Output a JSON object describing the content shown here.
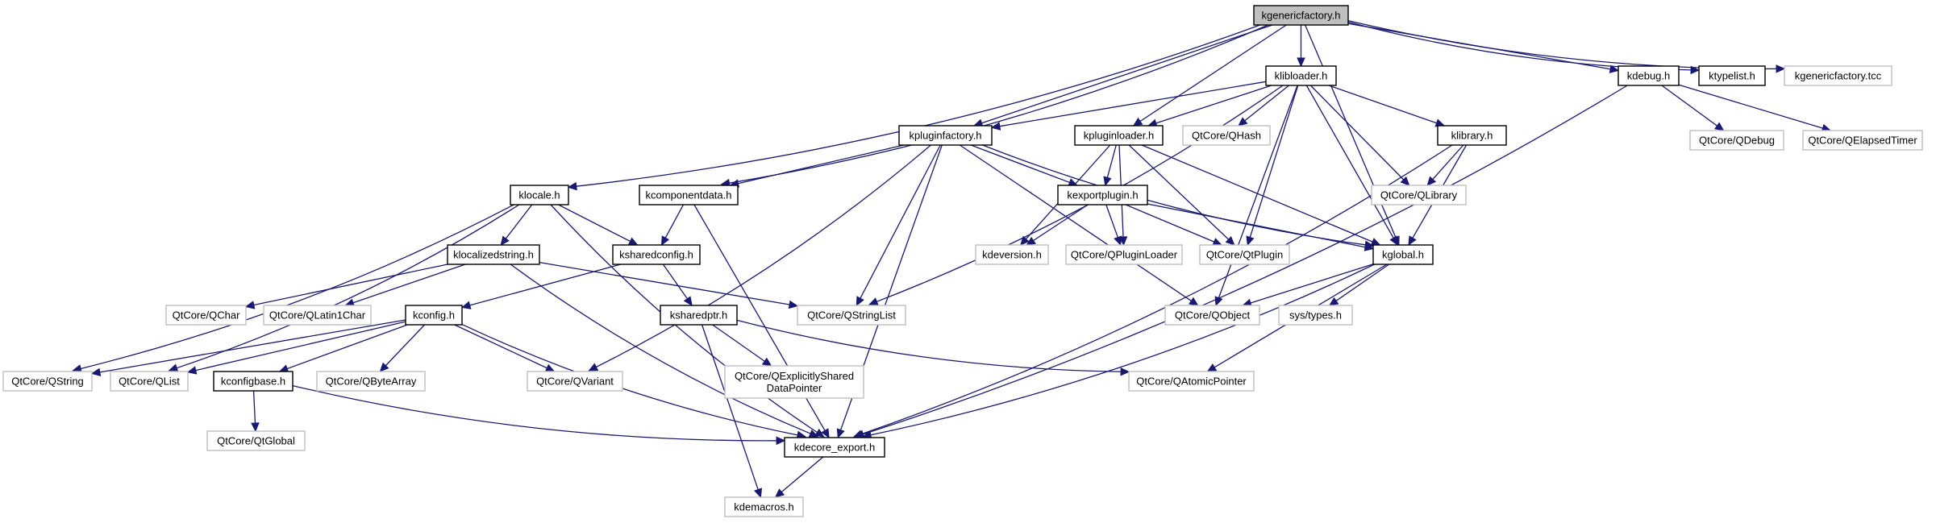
{
  "title": "kgenericfactory.h include dependency graph",
  "colors": {
    "edge": "#191970",
    "root_fill": "#bfbfbf",
    "doc_border": "#000000",
    "ext_border": "#bfbfbf"
  },
  "nodes": [
    {
      "id": "kgenericfactory_h",
      "label": "kgenericfactory.h",
      "kind": "root"
    },
    {
      "id": "klibloader_h",
      "label": "klibloader.h",
      "kind": "doc"
    },
    {
      "id": "kdebug_h",
      "label": "kdebug.h",
      "kind": "doc"
    },
    {
      "id": "ktypelist_h",
      "label": "ktypelist.h",
      "kind": "doc"
    },
    {
      "id": "kgenericfactory_tcc",
      "label": "kgenericfactory.tcc",
      "kind": "ext"
    },
    {
      "id": "kpluginfactory_h",
      "label": "kpluginfactory.h",
      "kind": "doc"
    },
    {
      "id": "kpluginloader_h",
      "label": "kpluginloader.h",
      "kind": "doc"
    },
    {
      "id": "QHash",
      "label": "QtCore/QHash",
      "kind": "ext"
    },
    {
      "id": "klibrary_h",
      "label": "klibrary.h",
      "kind": "doc"
    },
    {
      "id": "QDebug",
      "label": "QtCore/QDebug",
      "kind": "ext"
    },
    {
      "id": "QElapsedTimer",
      "label": "QtCore/QElapsedTimer",
      "kind": "ext"
    },
    {
      "id": "klocale_h",
      "label": "klocale.h",
      "kind": "doc"
    },
    {
      "id": "kcomponentdata_h",
      "label": "kcomponentdata.h",
      "kind": "doc"
    },
    {
      "id": "kexportplugin_h",
      "label": "kexportplugin.h",
      "kind": "doc"
    },
    {
      "id": "QLibrary",
      "label": "QtCore/QLibrary",
      "kind": "ext"
    },
    {
      "id": "klocalizedstring_h",
      "label": "klocalizedstring.h",
      "kind": "doc"
    },
    {
      "id": "ksharedconfig_h",
      "label": "ksharedconfig.h",
      "kind": "doc"
    },
    {
      "id": "kdeversion_h",
      "label": "kdeversion.h",
      "kind": "ext"
    },
    {
      "id": "QPluginLoader",
      "label": "QtCore/QPluginLoader",
      "kind": "ext"
    },
    {
      "id": "QtPlugin",
      "label": "QtCore/QtPlugin",
      "kind": "ext"
    },
    {
      "id": "kglobal_h",
      "label": "kglobal.h",
      "kind": "doc"
    },
    {
      "id": "QChar",
      "label": "QtCore/QChar",
      "kind": "ext"
    },
    {
      "id": "QLatin1Char",
      "label": "QtCore/QLatin1Char",
      "kind": "ext"
    },
    {
      "id": "kconfig_h",
      "label": "kconfig.h",
      "kind": "doc"
    },
    {
      "id": "ksharedptr_h",
      "label": "ksharedptr.h",
      "kind": "doc"
    },
    {
      "id": "QStringList",
      "label": "QtCore/QStringList",
      "kind": "ext"
    },
    {
      "id": "QObject",
      "label": "QtCore/QObject",
      "kind": "ext"
    },
    {
      "id": "sys_types_h",
      "label": "sys/types.h",
      "kind": "ext"
    },
    {
      "id": "QString",
      "label": "QtCore/QString",
      "kind": "ext"
    },
    {
      "id": "QList",
      "label": "QtCore/QList",
      "kind": "ext"
    },
    {
      "id": "kconfigbase_h",
      "label": "kconfigbase.h",
      "kind": "doc"
    },
    {
      "id": "QByteArray",
      "label": "QtCore/QByteArray",
      "kind": "ext"
    },
    {
      "id": "QVariant",
      "label": "QtCore/QVariant",
      "kind": "ext"
    },
    {
      "id": "QExplicitlySharedDataPointer",
      "label": "QtCore/QExplicitlyShared\nDataPointer",
      "kind": "ext"
    },
    {
      "id": "QAtomicPointer",
      "label": "QtCore/QAtomicPointer",
      "kind": "ext"
    },
    {
      "id": "QtGlobal",
      "label": "QtCore/QtGlobal",
      "kind": "ext"
    },
    {
      "id": "kdecore_export_h",
      "label": "kdecore_export.h",
      "kind": "doc"
    },
    {
      "id": "kdemacros_h",
      "label": "kdemacros.h",
      "kind": "ext"
    }
  ],
  "edges": [
    [
      "kgenericfactory_h",
      "klibloader_h"
    ],
    [
      "kgenericfactory_h",
      "kdebug_h"
    ],
    [
      "kgenericfactory_h",
      "ktypelist_h"
    ],
    [
      "kgenericfactory_h",
      "kgenericfactory_tcc"
    ],
    [
      "kgenericfactory_h",
      "kpluginfactory_h"
    ],
    [
      "kgenericfactory_h",
      "kpluginloader_h"
    ],
    [
      "kgenericfactory_h",
      "klocale_h"
    ],
    [
      "kgenericfactory_h",
      "kcomponentdata_h"
    ],
    [
      "kgenericfactory_h",
      "kglobal_h"
    ],
    [
      "klibloader_h",
      "kpluginfactory_h"
    ],
    [
      "klibloader_h",
      "kpluginloader_h"
    ],
    [
      "klibloader_h",
      "QHash"
    ],
    [
      "klibloader_h",
      "klibrary_h"
    ],
    [
      "klibloader_h",
      "QLibrary"
    ],
    [
      "klibloader_h",
      "kglobal_h"
    ],
    [
      "klibloader_h",
      "QtPlugin"
    ],
    [
      "klibloader_h",
      "QObject"
    ],
    [
      "klibloader_h",
      "QStringList"
    ],
    [
      "kdebug_h",
      "QDebug"
    ],
    [
      "kdebug_h",
      "QElapsedTimer"
    ],
    [
      "kdebug_h",
      "kdecore_export_h"
    ],
    [
      "kpluginfactory_h",
      "kcomponentdata_h"
    ],
    [
      "kpluginfactory_h",
      "kexportplugin_h"
    ],
    [
      "kpluginfactory_h",
      "kglobal_h"
    ],
    [
      "kpluginfactory_h",
      "QStringList"
    ],
    [
      "kpluginfactory_h",
      "QObject"
    ],
    [
      "kpluginfactory_h",
      "QVariant"
    ],
    [
      "kpluginfactory_h",
      "kdecore_export_h"
    ],
    [
      "kpluginloader_h",
      "kexportplugin_h"
    ],
    [
      "kpluginloader_h",
      "kdeversion_h"
    ],
    [
      "kpluginloader_h",
      "QPluginLoader"
    ],
    [
      "kpluginloader_h",
      "QtPlugin"
    ],
    [
      "kpluginloader_h",
      "kglobal_h"
    ],
    [
      "klibrary_h",
      "QLibrary"
    ],
    [
      "klibrary_h",
      "kglobal_h"
    ],
    [
      "klibrary_h",
      "kdecore_export_h"
    ],
    [
      "klocale_h",
      "klocalizedstring_h"
    ],
    [
      "klocale_h",
      "ksharedconfig_h"
    ],
    [
      "klocale_h",
      "QString"
    ],
    [
      "klocale_h",
      "QList"
    ],
    [
      "klocale_h",
      "kdecore_export_h"
    ],
    [
      "kcomponentdata_h",
      "ksharedconfig_h"
    ],
    [
      "kcomponentdata_h",
      "kdecore_export_h"
    ],
    [
      "kexportplugin_h",
      "kdeversion_h"
    ],
    [
      "kexportplugin_h",
      "QPluginLoader"
    ],
    [
      "kexportplugin_h",
      "QtPlugin"
    ],
    [
      "kexportplugin_h",
      "kglobal_h"
    ],
    [
      "klocalizedstring_h",
      "QChar"
    ],
    [
      "klocalizedstring_h",
      "QLatin1Char"
    ],
    [
      "klocalizedstring_h",
      "QStringList"
    ],
    [
      "klocalizedstring_h",
      "kdecore_export_h"
    ],
    [
      "ksharedconfig_h",
      "kconfig_h"
    ],
    [
      "ksharedconfig_h",
      "ksharedptr_h"
    ],
    [
      "kglobal_h",
      "QObject"
    ],
    [
      "kglobal_h",
      "sys_types_h"
    ],
    [
      "kglobal_h",
      "QAtomicPointer"
    ],
    [
      "kglobal_h",
      "kdecore_export_h"
    ],
    [
      "kconfig_h",
      "QString"
    ],
    [
      "kconfig_h",
      "QList"
    ],
    [
      "kconfig_h",
      "kconfigbase_h"
    ],
    [
      "kconfig_h",
      "QByteArray"
    ],
    [
      "kconfig_h",
      "QVariant"
    ],
    [
      "kconfig_h",
      "kdecore_export_h"
    ],
    [
      "ksharedptr_h",
      "QExplicitlySharedDataPointer"
    ],
    [
      "ksharedptr_h",
      "QAtomicPointer"
    ],
    [
      "ksharedptr_h",
      "kdemacros_h"
    ],
    [
      "kconfigbase_h",
      "QtGlobal"
    ],
    [
      "kconfigbase_h",
      "kdecore_export_h"
    ],
    [
      "kdecore_export_h",
      "kdemacros_h"
    ]
  ]
}
